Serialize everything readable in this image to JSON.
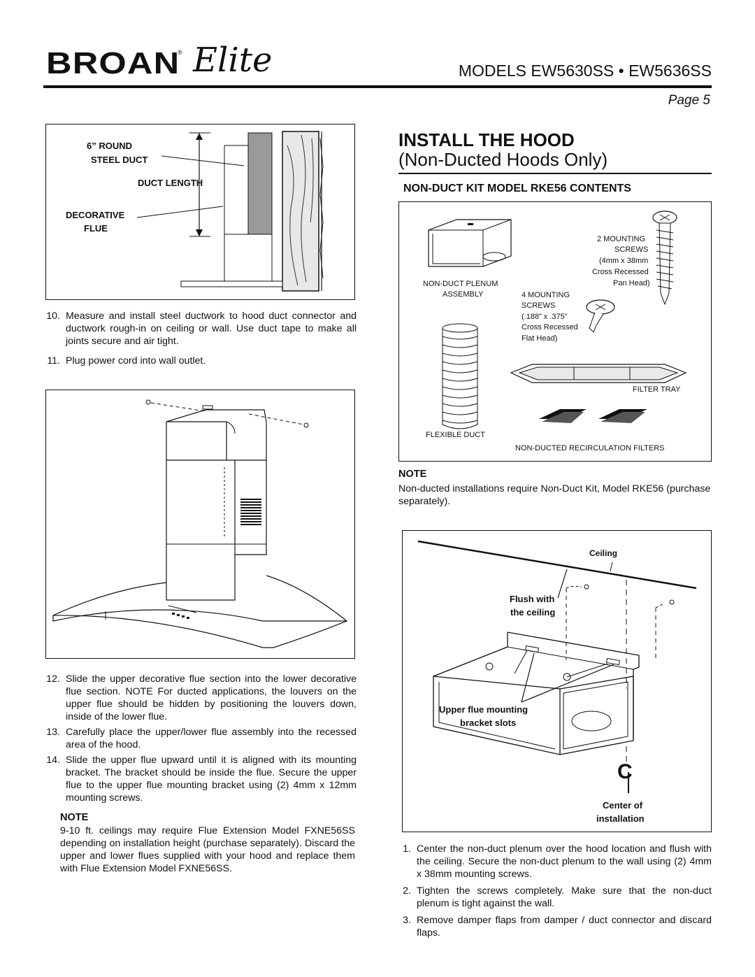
{
  "header": {
    "brand": "BROAN",
    "brand_script": "Elite",
    "models": "MODELS  EW5630SS • EW5636SS",
    "page": "Page 5"
  },
  "fig1": {
    "label_round": "6” ROUND",
    "label_steel": "STEEL DUCT",
    "label_length": "DUCT LENGTH",
    "label_decorative": "DECORATIVE",
    "label_flue": "FLUE"
  },
  "steps_left_a": [
    {
      "n": "10.",
      "text": "Measure and install steel ductwork to hood duct connector and ductwork rough-in on ceiling or wall. Use duct tape to make all joints secure and air tight."
    },
    {
      "n": "11.",
      "text": "Plug power cord into wall outlet."
    }
  ],
  "steps_left_b": [
    {
      "n": "12.",
      "text": "Slide the upper decorative flue section into the lower decorative flue section. NOTE For ducted applications, the louvers on the upper flue should be hidden by positioning the louvers down, inside of the lower flue."
    },
    {
      "n": "13.",
      "text": "Carefully place the upper/lower flue assembly into the recessed area of the hood."
    },
    {
      "n": "14.",
      "text": "Slide the upper flue upward until it is aligned with its mounting bracket. The bracket should be inside the flue. Secure the upper flue to the upper flue mounting bracket using (2) 4mm x 12mm mounting screws."
    }
  ],
  "note_left": {
    "heading": "NOTE",
    "text": "9-10 ft. ceilings may require Flue Extension Model FXNE56SS depending on installation height (purchase separately). Discard the upper and lower flues supplied with your hood and replace them with Flue Extension Model FXNE56SS."
  },
  "right": {
    "title_line1": "INSTALL THE HOOD",
    "title_line2": "(Non-Ducted Hoods Only)",
    "kit_heading": "NON-DUCT KIT MODEL RKE56 CONTENTS"
  },
  "kit": {
    "plenum_1": "NON-DUCT PLENUM",
    "plenum_2": "ASSEMBLY",
    "s2_1": "2  MOUNTING",
    "s2_2": "SCREWS",
    "s2_3": "(4mm x 38mm",
    "s2_4": "Cross Recessed",
    "s2_5": "Pan Head)",
    "s4_1": "4  MOUNTING",
    "s4_2": "SCREWS",
    "s4_3": "(.188” x .375”",
    "s4_4": "Cross Recessed",
    "s4_5": "Flat Head)",
    "filter_tray": "FILTER TRAY",
    "flex_duct": "FLEXIBLE DUCT",
    "filters": "NON-DUCTED RECIRCULATION FILTERS"
  },
  "note_right": {
    "heading": "NOTE",
    "text": "Non-ducted installations require Non-Duct Kit, Model RKE56 (purchase separately)."
  },
  "fig4": {
    "ceiling": "Ceiling",
    "flush_1": "Flush with",
    "flush_2": "the ceiling",
    "upper_1": "Upper flue mounting",
    "upper_2": "bracket slots",
    "cl": "C",
    "center_1": "Center of",
    "center_2": "installation"
  },
  "steps_right": [
    {
      "n": "1.",
      "text": "Center the non-duct plenum over the hood location and flush with the ceiling. Secure the non-duct plenum to the wall using (2) 4mm x 38mm mounting screws."
    },
    {
      "n": "2.",
      "text": "Tighten the screws completely. Make sure that the non-duct plenum is tight against the wall."
    },
    {
      "n": "3.",
      "text": "Remove damper flaps from damper / duct connector and discard flaps."
    }
  ]
}
